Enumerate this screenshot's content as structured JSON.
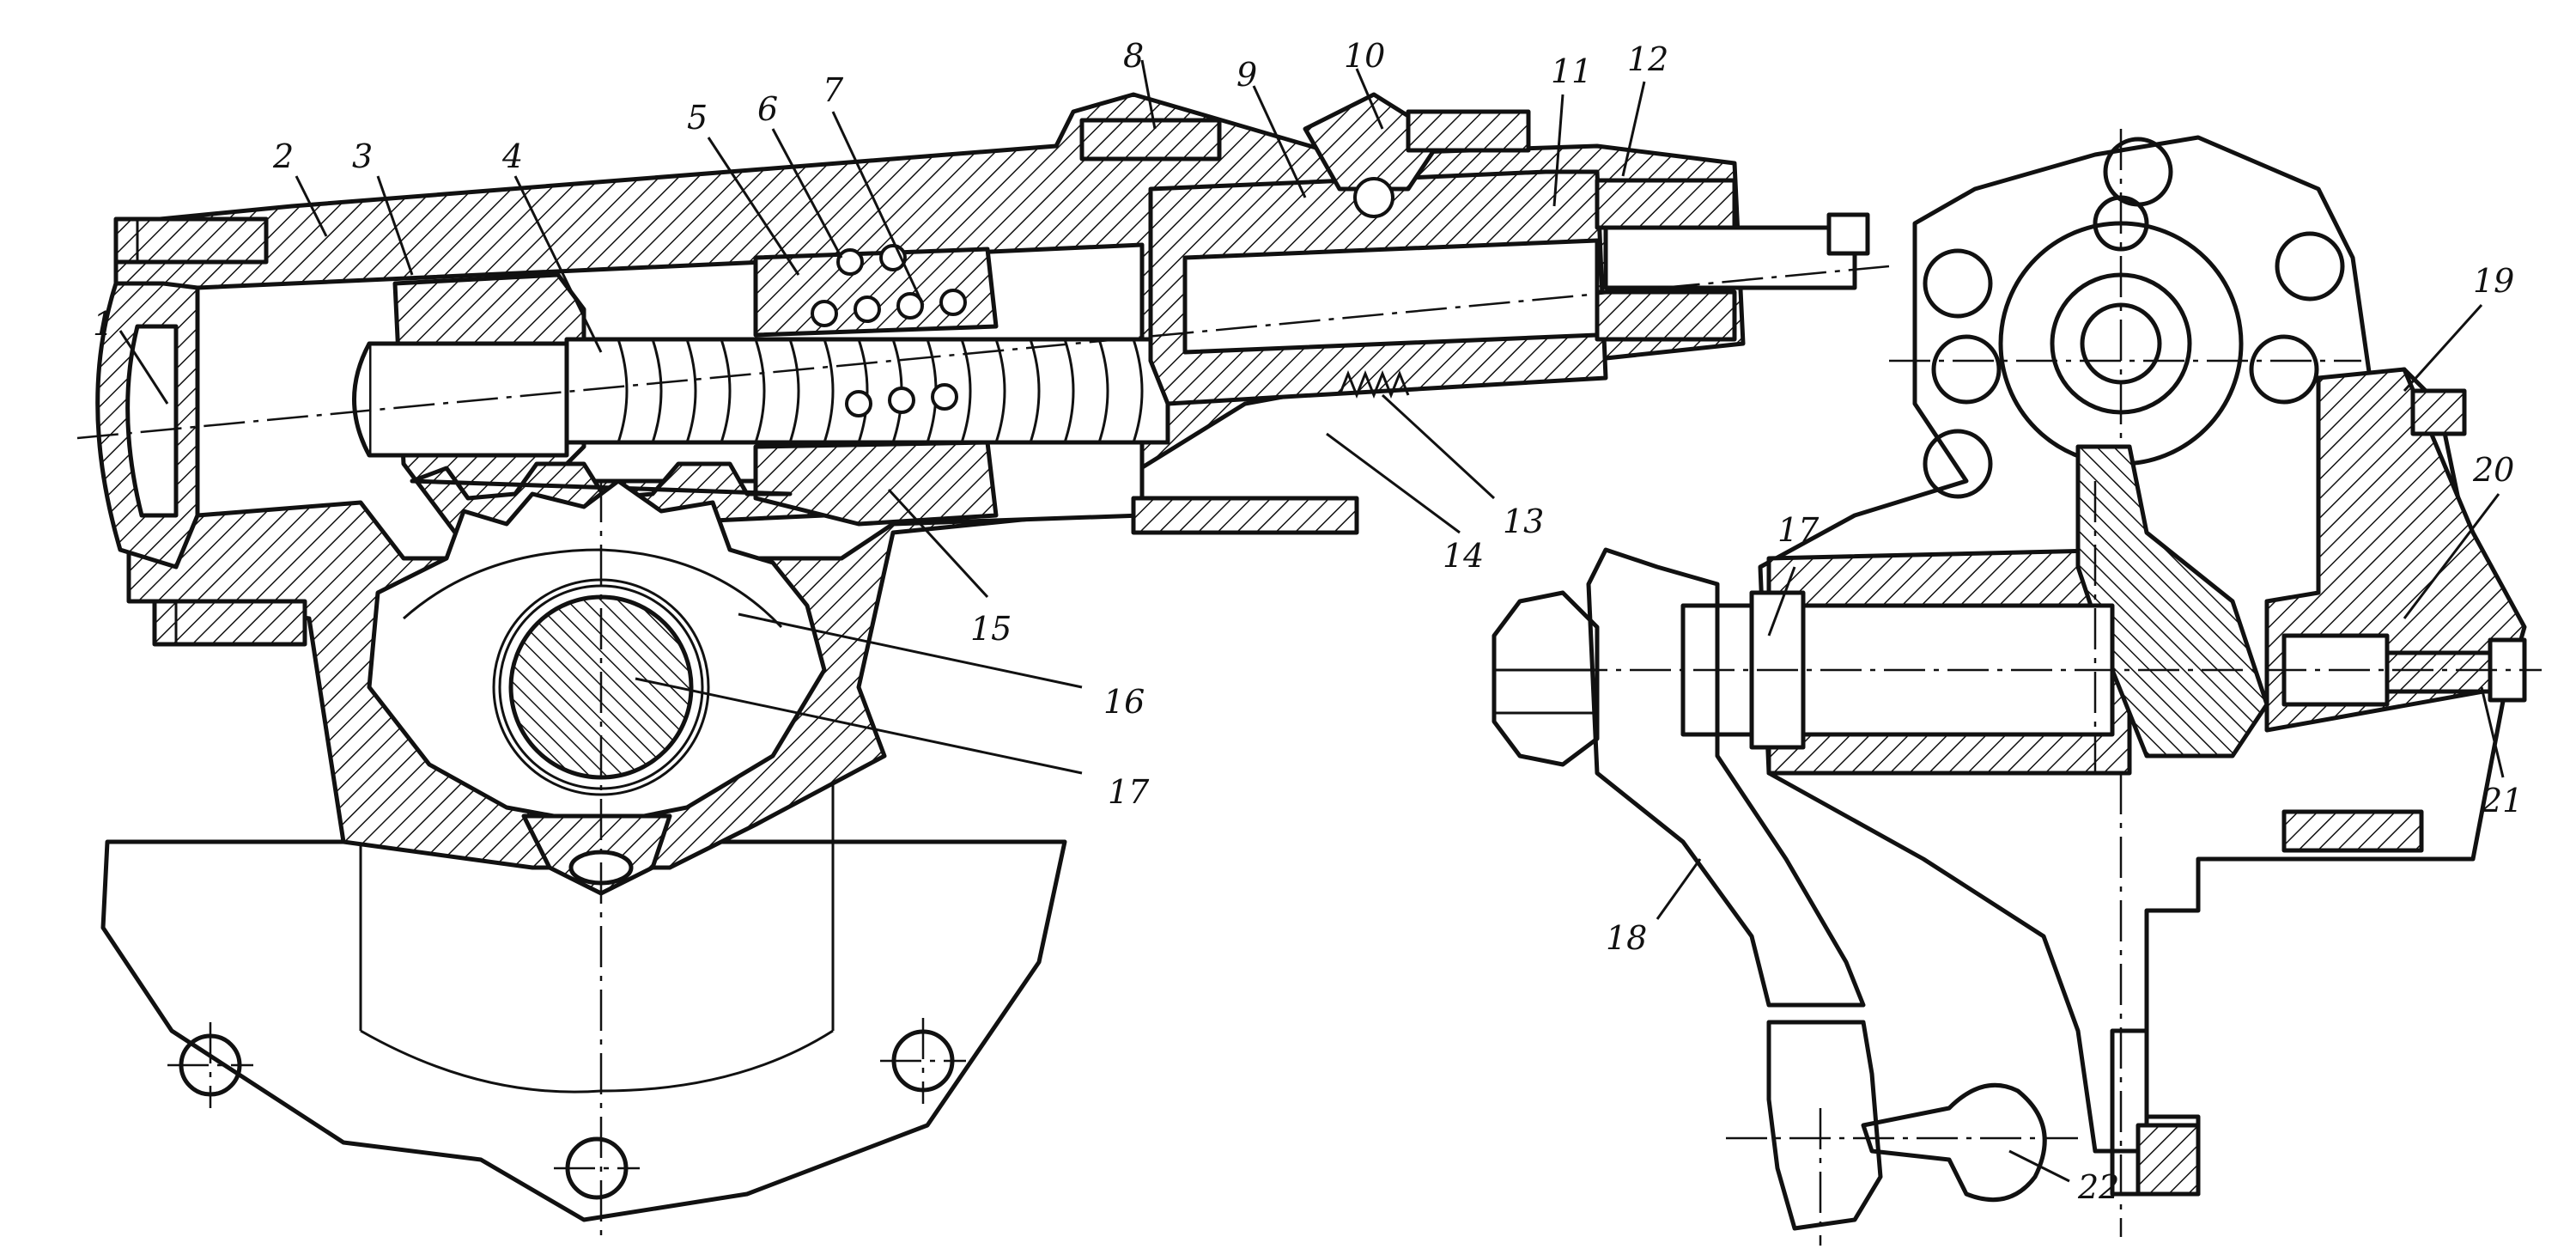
{
  "callouts": {
    "c1": "1",
    "c2": "2",
    "c3": "3",
    "c4": "4",
    "c5": "5",
    "c6": "6",
    "c7": "7",
    "c8": "8",
    "c9": "9",
    "c10": "10",
    "c11": "11",
    "c12": "12",
    "c13": "13",
    "c14": "14",
    "c15": "15",
    "c16": "16",
    "c17a": "17",
    "c17b": "17",
    "c18": "18",
    "c19": "19",
    "c20": "20",
    "c21": "21",
    "c22": "22"
  }
}
